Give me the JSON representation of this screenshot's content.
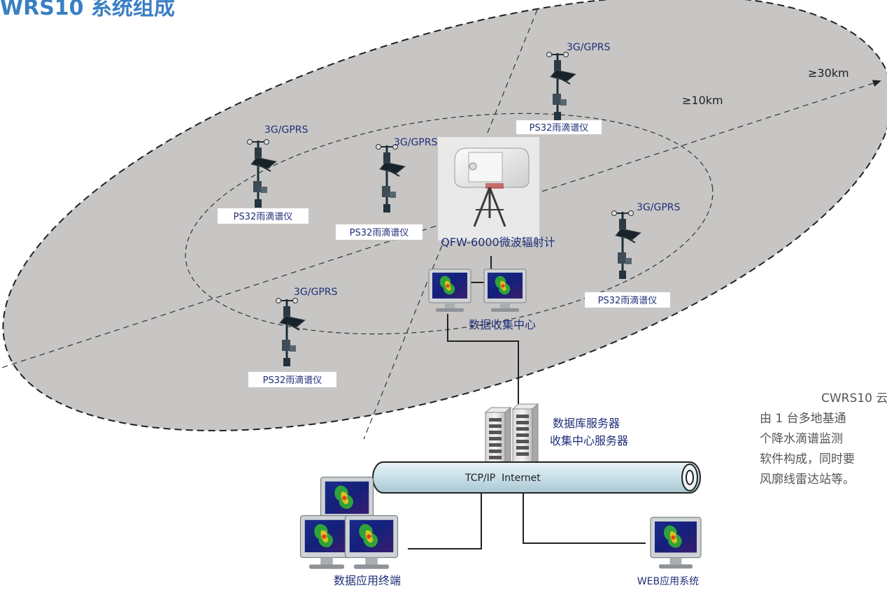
{
  "title": "WRS10 系统组成",
  "diagram": {
    "radius_outer": "≥30km",
    "radius_inner": "≥10km",
    "link_label": "3G/GPRS",
    "station_label": "PS32雨滴谱仪",
    "radiometer_label": "QFW-6000微波辐射计",
    "data_center_label": "数据收集中心",
    "servers": [
      "数据库服务器",
      "收集中心服务器"
    ],
    "network_label": "TCP/IP  Internet",
    "terminals_label": "数据应用终端",
    "web_label": "WEB应用系统"
  },
  "description": [
    "CWRS10 云",
    "由 1 台多地基通",
    "个降水滴谱监测",
    "软件构成，同时要",
    "风廓线雷达站等。"
  ],
  "colors": {
    "title": "#3a7fc4",
    "label_text": "#1f2f78",
    "coverage_fill": "#c8c6c4",
    "pipe_fill": "#cfe2ea",
    "description_text": "#555555"
  }
}
